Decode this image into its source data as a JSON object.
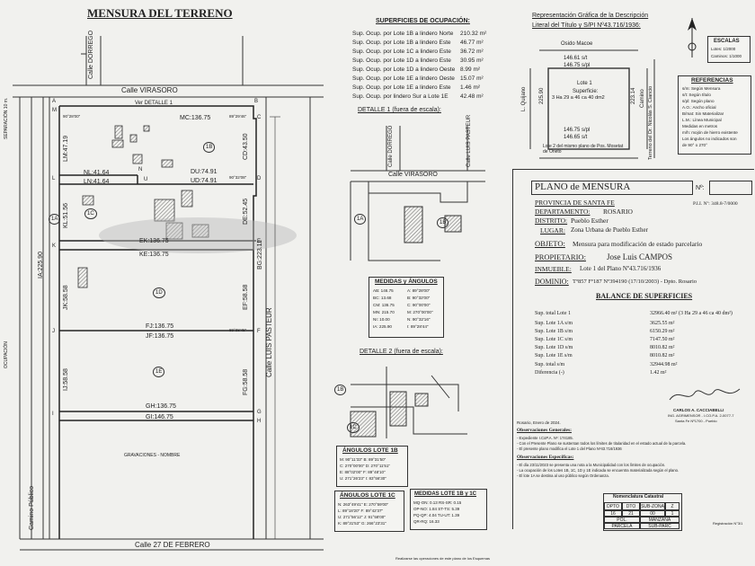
{
  "left": {
    "title": "MENSURA DEL TERRENO",
    "street_top": "Calle VIRASORO",
    "street_top_short": "VIRASORO",
    "street_dorrego": "Calle DORREGO",
    "street_bottom": "Calle 27 DE FEBRERO",
    "street_right": "Calle LUIS PASTEUR",
    "camino": "Camino Público",
    "ver_detalle_1": "Ver DETALLE 1",
    "lots": [
      "1B",
      "1C",
      "1D",
      "1E",
      "1A"
    ],
    "segments": {
      "mc": "MC:136.75",
      "du": "DU:74.91",
      "ud": "UD:74.91",
      "nl": "NL:41.64",
      "ln": "LN:41.64",
      "ek": "EK:136.75",
      "ke": "KE:136.75",
      "fj": "FJ:136.75",
      "jf": "JF:136.75",
      "gh": "GH:136.75",
      "gi": "GI:146.75",
      "lm": "LM:47.19",
      "kl": "KL:51.56",
      "jk": "JK:58.58",
      "ij": "IJ:58.58",
      "ia": "IA:225.90",
      "cd": "CD:43.50",
      "de": "DE:52.45",
      "ef": "EF:58.58",
      "fg": "FG:58.58",
      "bg": "BG:223.11"
    },
    "letters": [
      "A",
      "M",
      "N",
      "L",
      "K",
      "J",
      "I",
      "B",
      "C",
      "D",
      "U",
      "E",
      "F",
      "G",
      "H"
    ],
    "angles": [
      "90°28'00\"",
      "89°29'46\"",
      "90°32'08\"",
      "89°38'45\""
    ],
    "notes_left": [
      "SEPARACIÓN 10 m.",
      "OCUPACIÓN"
    ],
    "gravacion": "GRAVACIONES - NOMBRE"
  },
  "superficies": {
    "title": "SUPERFICIES DE OCUPACIÓN:",
    "rows": [
      [
        "Sup. Ocup. por Lote 1B a lindero Norte",
        "210.32 m²"
      ],
      [
        "Sup. Ocup. por Lote 1B a lindero Este",
        "46.77 m²"
      ],
      [
        "Sup. Ocup. por Lote 1C a lindero Este",
        "36.72 m²"
      ],
      [
        "Sup. Ocup. por Lote 1D a lindero Este",
        "30.95 m²"
      ],
      [
        "Sup. Ocup. por Lote 1D a lindero Oeste",
        "8.99 m²"
      ],
      [
        "Sup. Ocup. por Lote 1E a lindero Oeste",
        "15.07 m²"
      ],
      [
        "Sup. Ocup. por Lote 1E a lindero Este",
        "1.46 m²"
      ],
      [
        "Sup. Ocup. por lindero Sur a Lote 1E",
        "42.48 m²"
      ]
    ]
  },
  "representacion": {
    "title": "Representación Gráfica de la Descripción",
    "subtitle": "Literal del Título y S/PI Nº43.716/1936:",
    "owner": "Osido Macoe",
    "dims_top": [
      "146.61 s/t",
      "146.75 s/pl"
    ],
    "lote": "Lote 1",
    "sup_label": "Superficie:",
    "sup_value": "3 Ha 29 a 46 ca 40 dm2",
    "left_side": [
      "225.90",
      "L. Quijano"
    ],
    "right_side": [
      "223.14",
      "Camino"
    ],
    "dims_bottom": [
      "146.75 s/pl",
      "146.65 s/t"
    ],
    "bottom_note": "Lote 2 del mismo plano de Pos. Mosetat de Oneto",
    "right_street": "Terreno del Dr. Nicolás S. Ciancio"
  },
  "escalas": {
    "title": "ESCALAS",
    "lines": [
      "Lotes: 1/2000",
      "Caminos: 1/1000"
    ]
  },
  "referencias": {
    "title": "REFERENCIAS",
    "items": [
      "s/m: Según Mensura",
      "s/t: Según título",
      "s/pl: Según plano",
      "A.O.: Ancho oficial",
      "B/mat: Sin Materializar",
      "L.M.: Línea Municipal",
      "Medidas en metros",
      "m/h: mojón de hierro existente",
      "Los ángulos no indicados son",
      "de 90° o 270°"
    ]
  },
  "detalle1": {
    "title": "DETALLE 1 (fuera de escala):",
    "street_top": "Calle VIRASORO",
    "street_left": "Calle DORREGO",
    "street_right": "Calle LUIS PASTEUR",
    "lots": [
      "1A",
      "1B"
    ]
  },
  "detalle2": {
    "title": "DETALLE 2 (fuera de escala):",
    "lots": [
      "1B",
      "1C"
    ]
  },
  "medidas": {
    "title": "MEDIDAS y ÁNGULOS",
    "col1": [
      "AB: 146.75",
      "BC: 13.68",
      "CM: 136.75",
      "MN: 215.70",
      "NI: 10.00",
      "IA: 225.90"
    ],
    "col2": [
      "A: 89°28'00\"",
      "B: 90°32'00\"",
      "C: 90°00'00\"",
      "M: 270°00'00\"",
      "N: 90°32'16\"",
      "I: 89°28'44\""
    ]
  },
  "angulos_1b": {
    "title": "ÁNGULOS LOTE 1B",
    "lines": [
      "M: 90°11'33\"   B: 89°31'50\"",
      "C: 270°00'00\"   D: 270°11'51\"",
      "E: 88°02'00\"   F: 89°48'10\"",
      "U: 271°26'23\"   I: 83°56'30\""
    ]
  },
  "angulos_1c": {
    "title": "ÁNGULOS LOTE 1C",
    "lines": [
      "N: 263°49'41\"   E: 270°59'00\"",
      "L: 89°18'20\"   F: 89°42'37\"",
      "U: 271°56'12\"   J: 91°58'00\"",
      "K: 89°31'53\"   G: 266°23'31\""
    ]
  },
  "medidas_1b_1c": {
    "title": "MEDIDAS LOTE 1B y 1C",
    "lines": [
      "MQ-ON: 0.13   RS-SR: 0.15",
      "OP-NO: 1.84   ST-TS: 5.39",
      "PQ-QP: 4.04   TU-UT: 1.39",
      "QR-RQ: 16.33"
    ]
  },
  "plano": {
    "title": "PLANO de MENSURA",
    "n_label": "Nº:",
    "pii": "P.I.I. Nº: 348.8-7/0000",
    "provincia": "PROVINCIA DE SANTA FE",
    "departamento_label": "DEPARTAMENTO:",
    "departamento": "ROSARIO",
    "distrito_label": "DISTRITO:",
    "distrito": "Pueblo Esther",
    "lugar_label": "LUGAR:",
    "lugar": "Zona Urbana de Pueblo Esther",
    "objeto_label": "OBJETO:",
    "objeto": "Mensura para modificación de estado parcelario",
    "propietario_label": "PROPIETARIO:",
    "propietario": "Jose Luis CAMPOS",
    "inmueble_label": "INMUEBLE:",
    "inmueble": "Lote 1 del Plano Nº43.716/1936",
    "dominio_label": "DOMINIO:",
    "dominio": "Tº857  Fº187  Nº394190 (17/10/2003) - Dpto. Rosario"
  },
  "balance": {
    "title": "BALANCE DE SUPERFICIES",
    "rows": [
      [
        "Sup. total Lote 1",
        "32966.40 m² (3 Ha 29 a 46 ca 40 dm²)"
      ],
      [
        "Sup. Lote 1A s/m",
        "3625.55 m²"
      ],
      [
        "Sup. Lote 1B s/m",
        "6150.29 m²"
      ],
      [
        "Sup. Lote 1C s/m",
        "7147.50 m²"
      ],
      [
        "Sup. Lote 1D s/m",
        "8010.82 m²"
      ],
      [
        "Sup. Lote 1E s/m",
        "8010.82 m²"
      ],
      [
        "Sup. total s/m",
        "32944.98 m²"
      ],
      [
        "Diferencia (-)",
        "1.42 m²"
      ]
    ]
  },
  "firma": {
    "name": "CARLOS A. CACCIABELLI",
    "title": "ING. AGRIMENSOR - I.CO.P.A. 2-0077-7",
    "city": "Santa Fe Nº1700 - Pueblo"
  },
  "lugar_fecha": "Rosario, Enero de 2024.",
  "observaciones": {
    "generales_title": "Observaciones Generales:",
    "generales": [
      "- Expediente I.CoP.A. Nº: 174185.",
      "- Con el Presente Plano se sustentan todos los límites de titularidad en el estado actual de la parcela.",
      "- El presente plano modifica el Lote 1 del Plano Nº43.716/1936"
    ],
    "especificas_title": "Observaciones Específicas:",
    "especificas": [
      "- El día 23/11/2023 se presenta una nota a la Municipalidad con los límites de ocupación.",
      "- La ocupación de los Lotes 1B, 1C, 1D y 1E indicada se encuentra materializada según el plano.",
      "- El lote 1A se destina al uso público según Ordenanza."
    ]
  },
  "nomenclatura": {
    "title": "Nomenclatura Catastral",
    "headers": [
      "DPTO",
      "DTO",
      "SUB-ZONA",
      "Z"
    ],
    "values": [
      "16",
      "21",
      "00",
      "1"
    ],
    "row2": [
      "POL.",
      "MANZANA"
    ],
    "row3": [
      "PARCELA",
      "SUB-PARC"
    ]
  },
  "footer_note": "Realizarse las operaciones de este plano de los Esquemas",
  "registro": "Registración N°3/1"
}
